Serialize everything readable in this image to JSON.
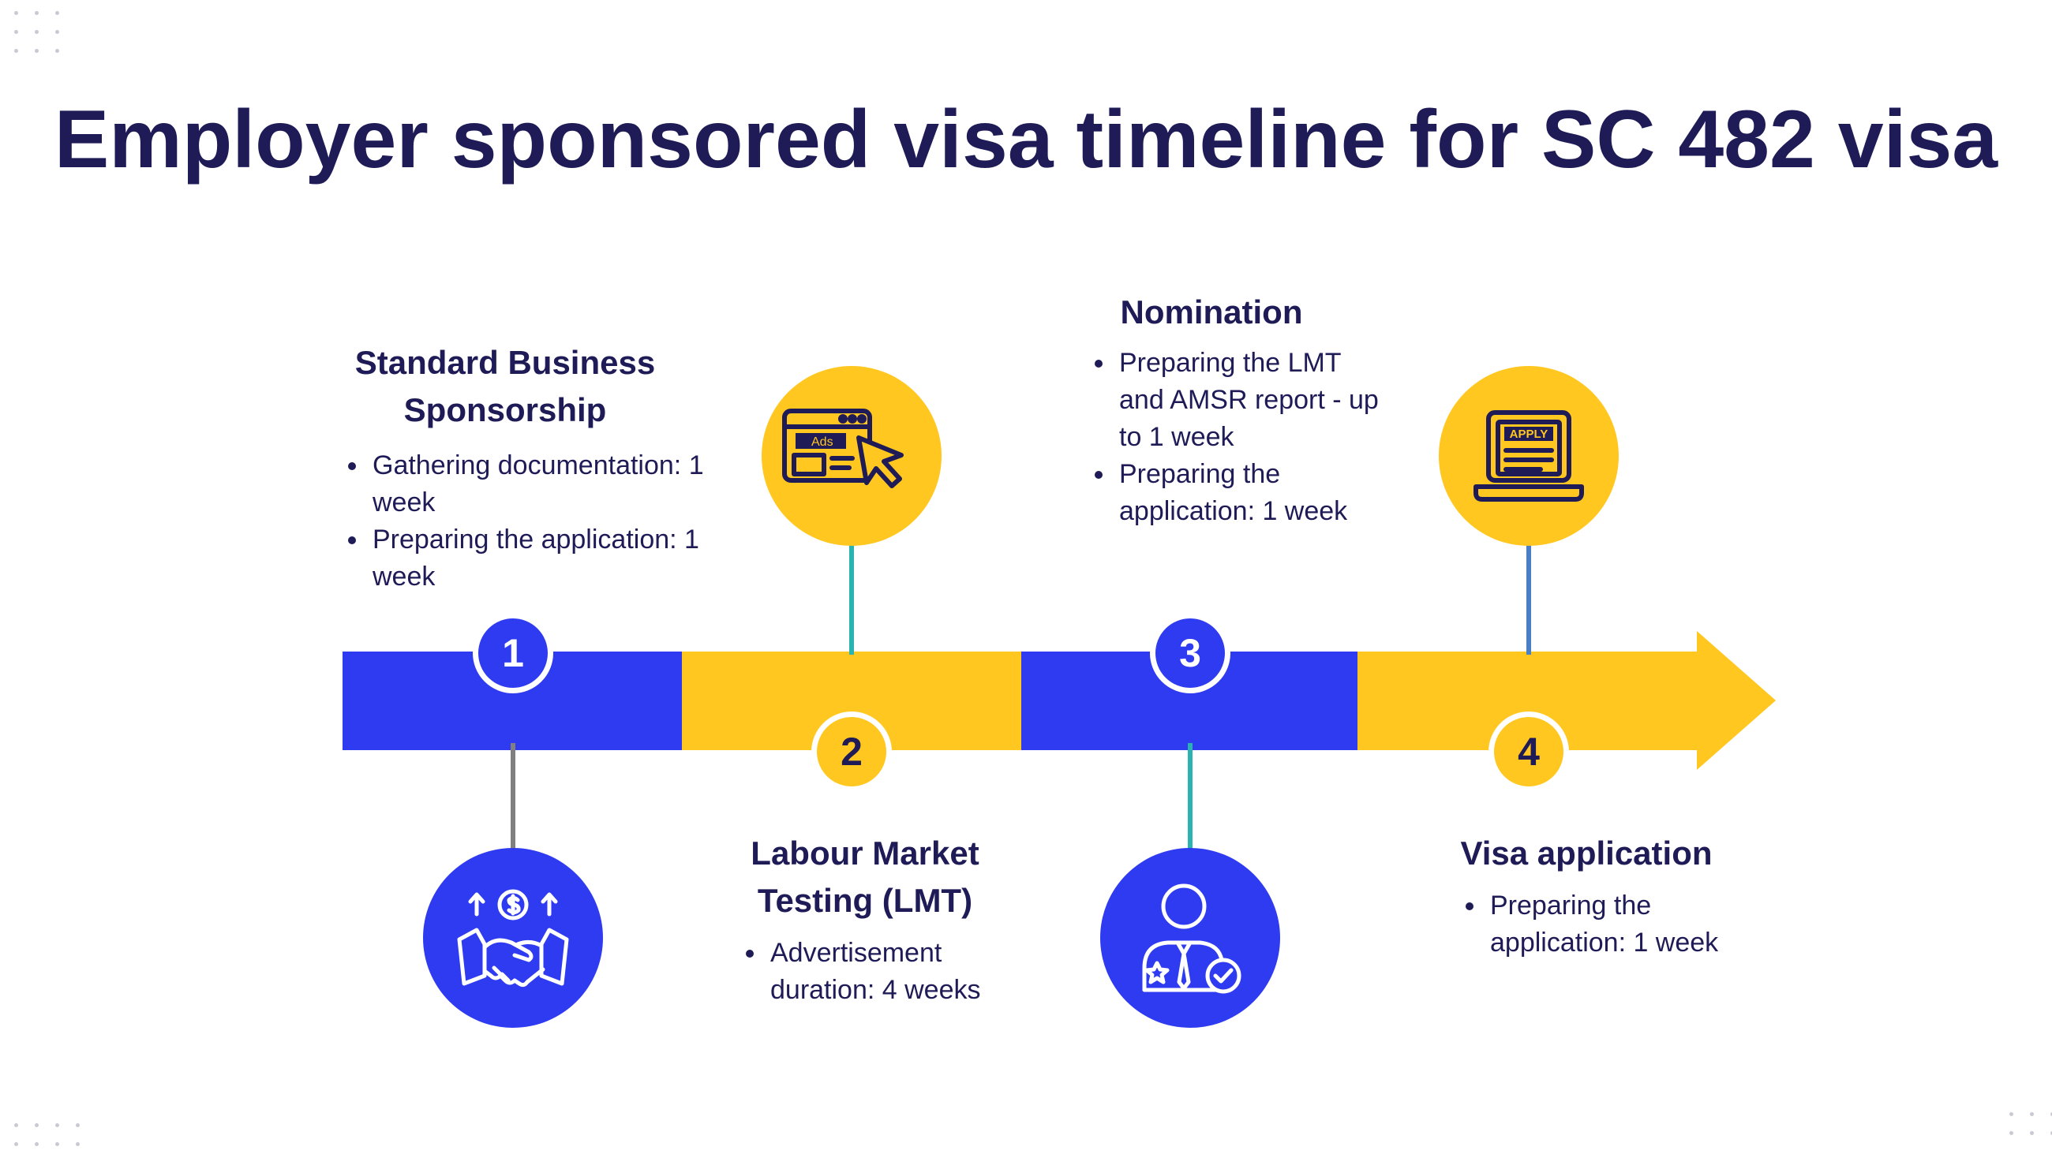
{
  "title": "Employer sponsored visa timeline for SC 482 visa",
  "colors": {
    "navy": "#1e1b57",
    "blue": "#2f3bf0",
    "yellow": "#ffc71f",
    "teal": "#2ab3b0",
    "gray": "#808080",
    "steel": "#4a7fc6"
  },
  "steps": [
    {
      "number": "1",
      "title_line1": "Standard Business",
      "title_line2": "Sponsorship",
      "items": [
        "Gathering documentation: 1 week",
        "Preparing the application: 1 week"
      ],
      "icon": "handshake-money-icon"
    },
    {
      "number": "2",
      "title_line1": "Labour Market",
      "title_line2": "Testing (LMT)",
      "items": [
        "Advertisement duration: 4 weeks"
      ],
      "icon": "ads-browser-icon",
      "icon_label": "Ads"
    },
    {
      "number": "3",
      "title_line1": "Nomination",
      "items": [
        "Preparing the LMT and AMSR report - up to 1 week",
        "Preparing the application: 1 week"
      ],
      "icon": "verified-employee-icon"
    },
    {
      "number": "4",
      "title_line1": "Visa application",
      "items": [
        "Preparing the application: 1 week"
      ],
      "icon": "apply-laptop-icon",
      "icon_label": "APPLY"
    }
  ]
}
